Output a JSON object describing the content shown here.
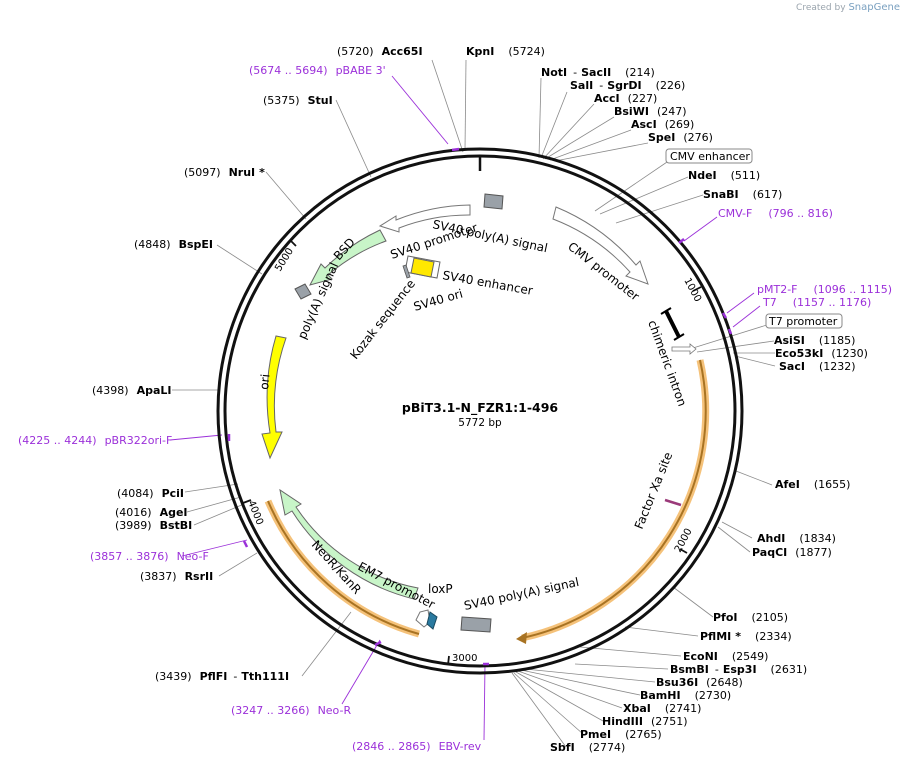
{
  "credit": {
    "prefix": "Created by",
    "brand": "SnapGene"
  },
  "plasmid": {
    "name": "pBiT3.1-N_FZR1:1-496",
    "length_label": "5772 bp"
  },
  "ruler": [
    "1000",
    "2000",
    "3000",
    "4000",
    "5000"
  ],
  "features": [
    "SV40 poly(A) signal",
    "SV40 promoter",
    "CMV promoter",
    "SV40 enhancer",
    "SV40 ori",
    "Kozak sequence",
    "BSD",
    "poly(A) signal",
    "ori",
    "chimeric intron",
    "Factor Xa site",
    "NeoR/KanR",
    "EM7 promoter",
    "loxP",
    "SV40 poly(A) signal"
  ],
  "sites": [
    {
      "name": "Acc65I",
      "pos": "(5720)",
      "star": false
    },
    {
      "name": "KpnI",
      "pos": "(5724)",
      "star": false
    },
    {
      "name": "NotI",
      "name2": "SacII",
      "pos": "(214)",
      "star": false
    },
    {
      "name": "SalI",
      "name2": "SgrDI",
      "pos": "(226)",
      "star": false
    },
    {
      "name": "AccI",
      "pos": "(227)",
      "star": false
    },
    {
      "name": "BsiWI",
      "pos": "(247)",
      "star": false
    },
    {
      "name": "AscI",
      "pos": "(269)",
      "star": false
    },
    {
      "name": "SpeI",
      "pos": "(276)",
      "star": false
    },
    {
      "name": "NdeI",
      "pos": "(511)",
      "star": false
    },
    {
      "name": "SnaBI",
      "pos": "(617)",
      "star": false
    },
    {
      "name": "AsiSI",
      "pos": "(1185)",
      "star": false
    },
    {
      "name": "Eco53kI",
      "pos": "(1230)",
      "star": false
    },
    {
      "name": "SacI",
      "pos": "(1232)",
      "star": false
    },
    {
      "name": "AfeI",
      "pos": "(1655)",
      "star": false
    },
    {
      "name": "AhdI",
      "pos": "(1834)",
      "star": false
    },
    {
      "name": "PaqCI",
      "pos": "(1877)",
      "star": false
    },
    {
      "name": "PfoI",
      "pos": "(2105)",
      "star": false
    },
    {
      "name": "PflMI",
      "pos": "(2334)",
      "star": true
    },
    {
      "name": "EcoNI",
      "pos": "(2549)",
      "star": false
    },
    {
      "name": "BsmBI",
      "name2": "Esp3I",
      "pos": "(2631)",
      "star": false
    },
    {
      "name": "Bsu36I",
      "pos": "(2648)",
      "star": false
    },
    {
      "name": "BamHI",
      "pos": "(2730)",
      "star": false
    },
    {
      "name": "XbaI",
      "pos": "(2741)",
      "star": false
    },
    {
      "name": "HindIII",
      "pos": "(2751)",
      "star": false
    },
    {
      "name": "PmeI",
      "pos": "(2765)",
      "star": false
    },
    {
      "name": "SbfI",
      "pos": "(2774)",
      "star": false
    },
    {
      "name": "PflFI",
      "name2": "Tth111I",
      "pos": "(3439)",
      "star": false
    },
    {
      "name": "RsrII",
      "pos": "(3837)",
      "star": false
    },
    {
      "name": "BstBI",
      "pos": "(3989)",
      "star": false
    },
    {
      "name": "AgeI",
      "pos": "(4016)",
      "star": false
    },
    {
      "name": "PciI",
      "pos": "(4084)",
      "star": false
    },
    {
      "name": "ApaLI",
      "pos": "(4398)",
      "star": false
    },
    {
      "name": "BspEI",
      "pos": "(4848)",
      "star": false
    },
    {
      "name": "NruI",
      "pos": "(5097)",
      "star": true
    },
    {
      "name": "StuI",
      "pos": "(5375)",
      "star": false
    }
  ],
  "primers": [
    {
      "range": "(5674 .. 5694)",
      "name": "pBABE 3'"
    },
    {
      "name": "CMV-F",
      "range": "(796 .. 816)"
    },
    {
      "name": "pMT2-F",
      "range": "(1096 .. 1115)"
    },
    {
      "name": "T7",
      "range": "(1157 .. 1176)"
    },
    {
      "range": "(4225 .. 4244)",
      "name": "pBR322ori-F"
    },
    {
      "range": "(3857 .. 3876)",
      "name": "Neo-F"
    },
    {
      "range": "(3247 .. 3266)",
      "name": "Neo-R"
    },
    {
      "range": "(2846 .. 2865)",
      "name": "EBV-rev"
    }
  ],
  "boxed": [
    "CMV enhancer",
    "T7 promoter"
  ]
}
